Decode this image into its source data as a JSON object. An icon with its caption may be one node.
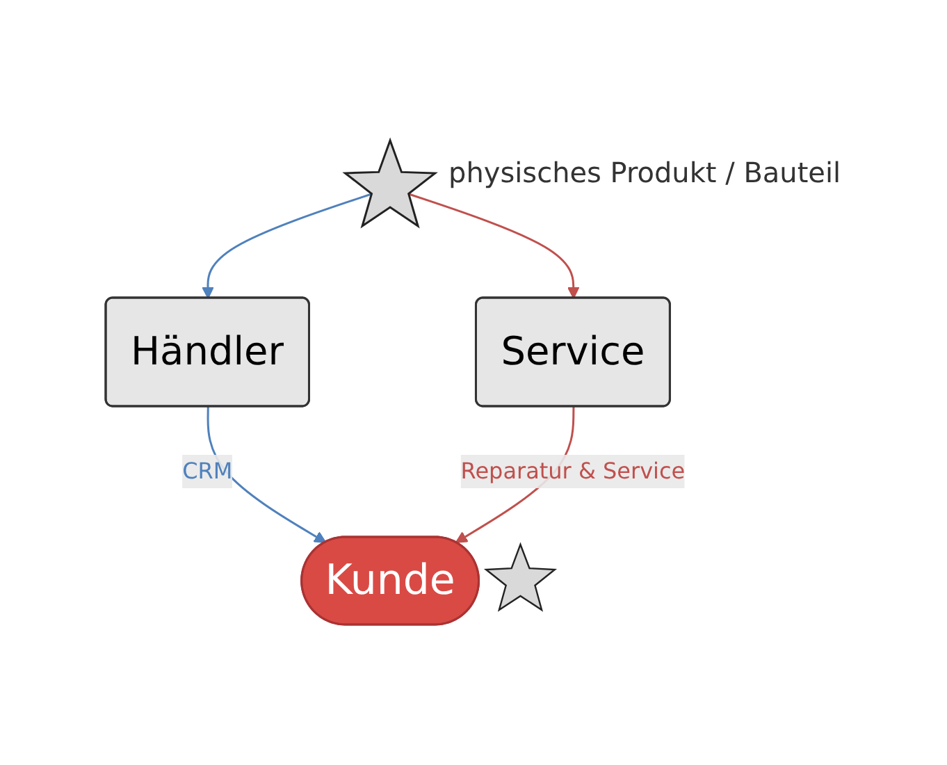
{
  "diagram": {
    "nodes": [
      {
        "text": [],
        "shape": "star",
        "beside": [
          "physisches Produkt / Bauteil"
        ]
      },
      {
        "text": [
          "Händler"
        ]
      },
      {
        "text": [
          "Service"
        ]
      },
      {
        "text": [
          "Kunde"
        ]
      }
    ],
    "edges": [
      {
        "from": 0,
        "to": 1,
        "arrow": "to",
        "color": "#4f81bd"
      },
      {
        "from": 0,
        "to": 2,
        "arrow": "to",
        "color": "#c0504d"
      },
      {
        "from": 1,
        "to": 3,
        "arrow": "to",
        "label": "CRM",
        "color": "#4f81bd"
      },
      {
        "from": 2,
        "to": 3,
        "arrow": "to",
        "label": "Reparatur & Service",
        "color": "#c0504d"
      }
    ]
  }
}
